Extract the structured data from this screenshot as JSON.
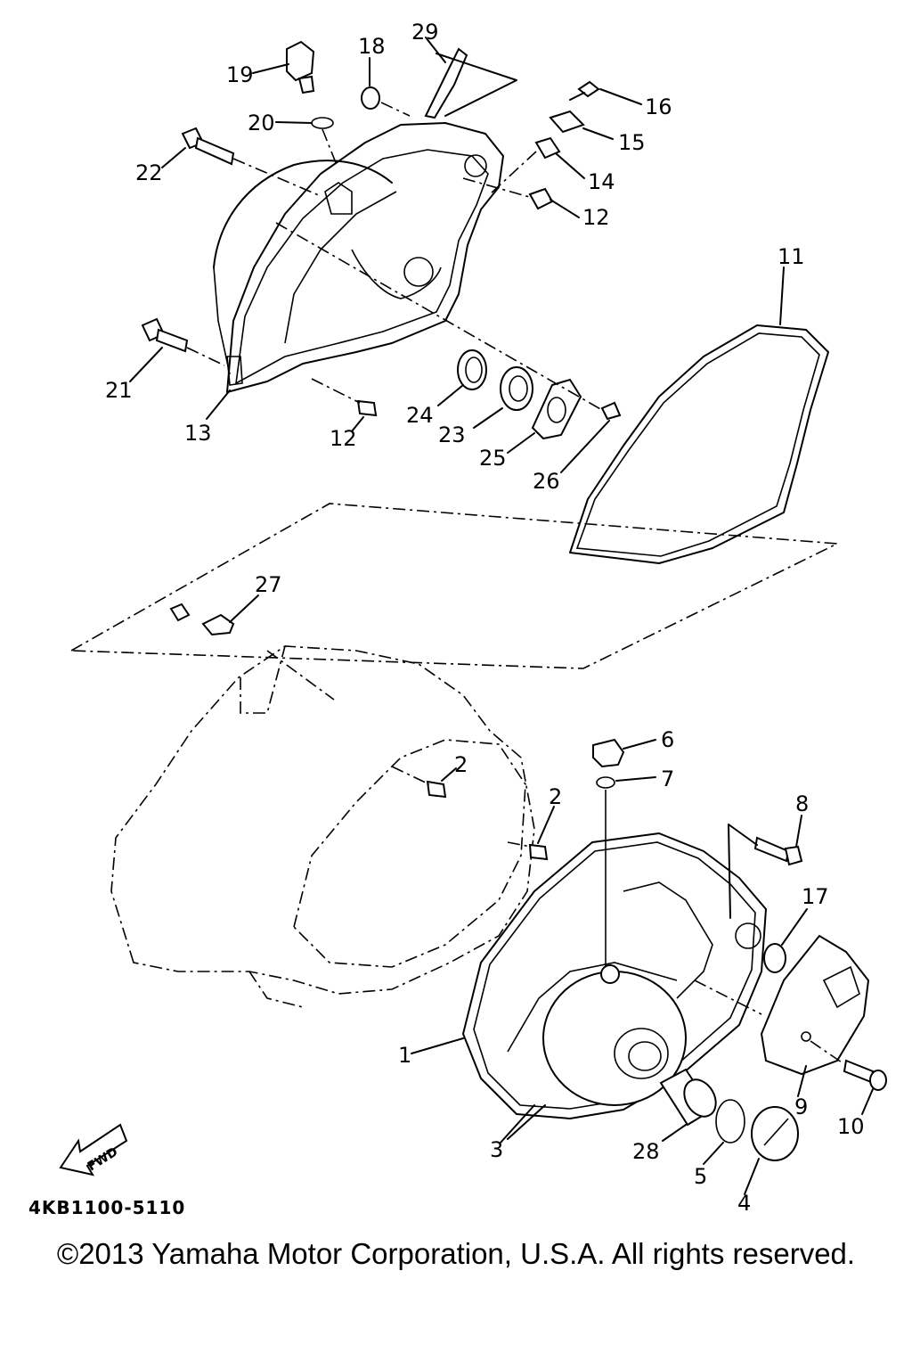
{
  "diagram": {
    "labels": [
      "1",
      "2",
      "2",
      "3",
      "4",
      "5",
      "6",
      "7",
      "8",
      "9",
      "10",
      "11",
      "12",
      "12",
      "13",
      "14",
      "15",
      "16",
      "17",
      "18",
      "19",
      "20",
      "21",
      "22",
      "23",
      "24",
      "25",
      "26",
      "27",
      "28",
      "29"
    ],
    "fwd_arrow_text": "FWD"
  },
  "footer": {
    "diagram_code": "4KB1100-5110",
    "copyright": "©2013 Yamaha Motor Corporation, U.S.A. All rights reserved."
  }
}
